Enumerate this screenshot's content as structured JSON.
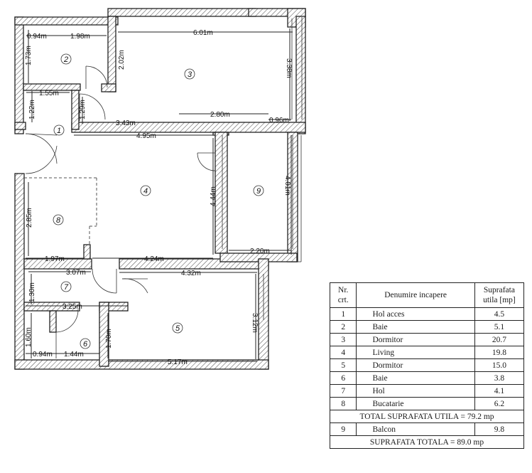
{
  "plan": {
    "room_numbers": [
      "1",
      "2",
      "3",
      "4",
      "5",
      "6",
      "7",
      "8",
      "9"
    ],
    "dimensions": {
      "d_094a": "0.94m",
      "d_198": "1.98m",
      "d_601": "6.01m",
      "d_173": "1.73m",
      "d_202": "2.02m",
      "d_338": "3.38m",
      "d_155": "1.55m",
      "d_122": "1.22m",
      "d_129": "1.29m",
      "d_343": "3.43m",
      "d_280": "2.80m",
      "d_096": "0.96m",
      "d_495": "4.95m",
      "d_444": "4.44m",
      "d_401": "4.01m",
      "d_285": "2.85m",
      "d_197": "1.97m",
      "d_424": "4.24m",
      "d_220": "2.20m",
      "d_307": "3.07m",
      "d_432": "4.32m",
      "d_130": "1.30m",
      "d_325": "3.25m",
      "d_312": "3.12m",
      "d_160": "1.60m",
      "d_170": "1.70m",
      "d_094b": "0.94m",
      "d_144": "1.44m",
      "d_517": "5.17m"
    }
  },
  "legend": {
    "headers": {
      "nr": "Nr. crt.",
      "name": "Denumire incapere",
      "area": "Suprafata utila [mp]"
    },
    "rows": [
      {
        "nr": "1",
        "name": "Hol acces",
        "area": "4.5"
      },
      {
        "nr": "2",
        "name": "Baie",
        "area": "5.1"
      },
      {
        "nr": "3",
        "name": "Dormitor",
        "area": "20.7"
      },
      {
        "nr": "4",
        "name": "Living",
        "area": "19.8"
      },
      {
        "nr": "5",
        "name": "Dormitor",
        "area": "15.0"
      },
      {
        "nr": "6",
        "name": "Baie",
        "area": "3.8"
      },
      {
        "nr": "7",
        "name": "Hol",
        "area": "4.1"
      },
      {
        "nr": "8",
        "name": "Bucatarie",
        "area": "6.2"
      }
    ],
    "total_useful": "TOTAL SUPRAFATA UTILA = 79.2 mp",
    "balcony": {
      "nr": "9",
      "name": "Balcon",
      "area": "9.8"
    },
    "total": "SUPRAFATA TOTALA = 89.0 mp"
  }
}
